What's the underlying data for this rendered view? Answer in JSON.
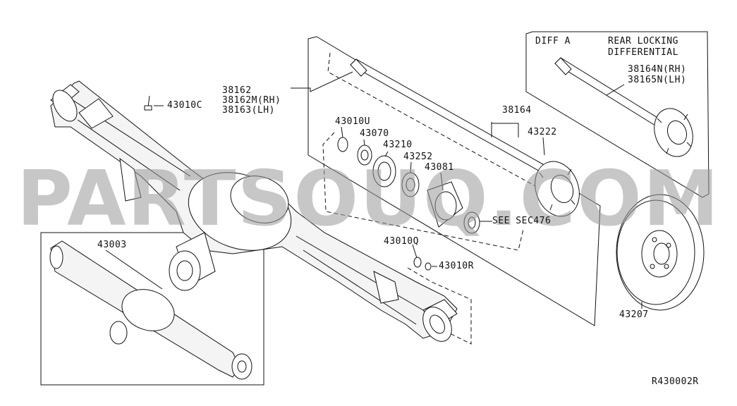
{
  "diagram": {
    "callouts": {
      "p38162": "38162",
      "p38162m": "38162M(RH)",
      "p38163": "38163(LH)",
      "p43010c": "43010C",
      "p43010u": "43010U",
      "p43070": "43070",
      "p43210": "43210",
      "p43252": "43252",
      "p43081": "43081",
      "p38164": "38164",
      "p43222": "43222",
      "see_sec": "SEE SEC476",
      "p43010q": "43010Q",
      "p43010r": "43010R",
      "p43003": "43003",
      "p43207": "43207",
      "diff_a": "DIFF A",
      "rear_locking": "REAR LOCKING",
      "differential": "DIFFERENTIAL",
      "p38164n": "38164N(RH)",
      "p38165n": "38165N(LH)"
    },
    "drawing_code": "R430002R",
    "watermark": "PARTSOUQ.COM"
  }
}
